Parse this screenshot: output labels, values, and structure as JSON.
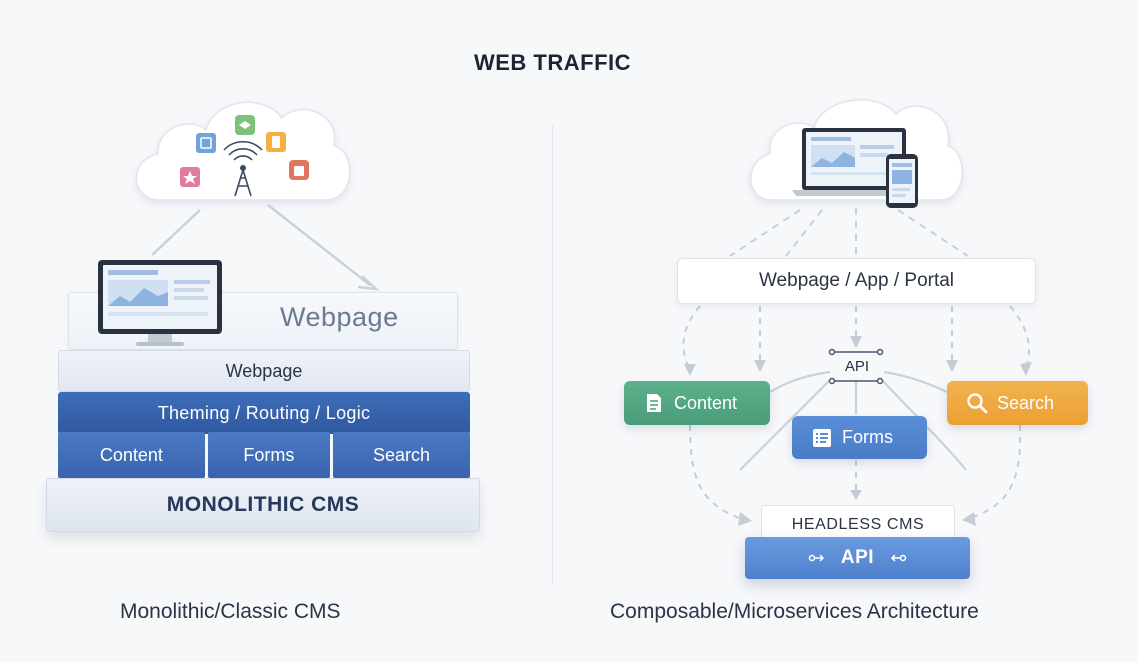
{
  "title": "WEB TRAFFIC",
  "left": {
    "caption": "Monolithic/Classic CMS",
    "webpage_big": "Webpage",
    "webpage_small": "Webpage",
    "theming": "Theming / Routing / Logic",
    "modules": [
      "Content",
      "Forms",
      "Search"
    ],
    "base": "MONOLITHIC CMS"
  },
  "right": {
    "caption": "Composable/Microservices Architecture",
    "portal": "Webpage / App / Portal",
    "api_hub": "API",
    "content": "Content",
    "forms": "Forms",
    "search": "Search",
    "headless": "HEADLESS CMS",
    "api_bar": "API"
  },
  "colors": {
    "content_green": "#4a9d79",
    "search_orange": "#eba035",
    "forms_blue": "#4a7cc6",
    "stack_blue": "#3a64ad"
  }
}
